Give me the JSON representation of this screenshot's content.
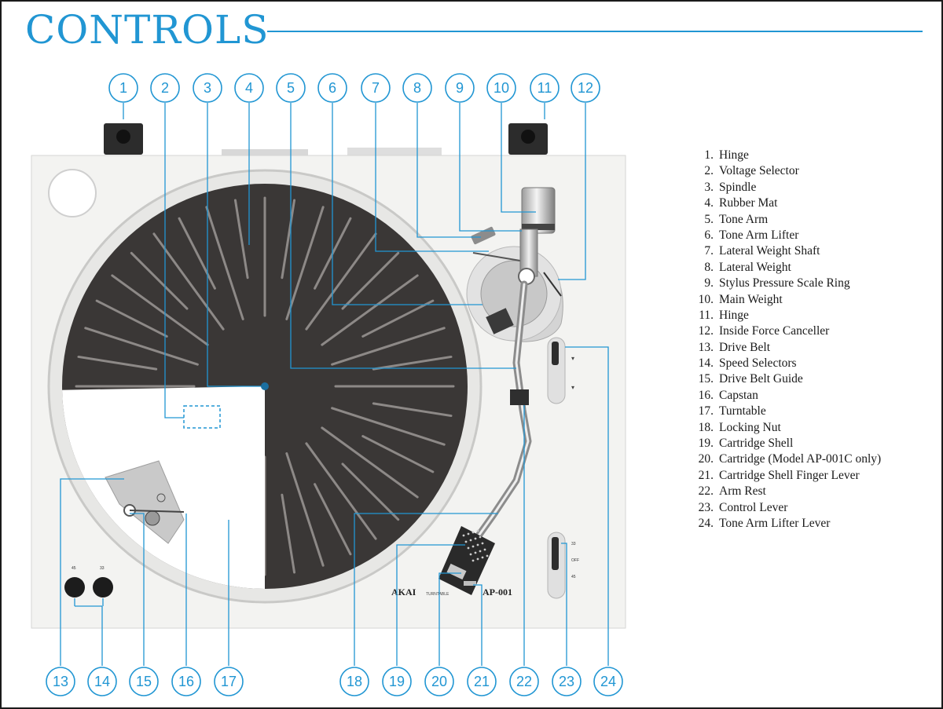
{
  "heading": "CONTROLS",
  "colors": {
    "accent": "#2196d3",
    "deck": "#f3f3f1",
    "mat": "#3a3736",
    "metal": "#bdbdbd"
  },
  "brand": {
    "name": "AKAI",
    "sub": "TURNTABLE",
    "model": "AP-001"
  },
  "panel_labels": {
    "speed_left": "45",
    "speed_right": "33",
    "lever_top": "33",
    "lever_mid": "OFF",
    "lever_bottom": "45"
  },
  "legend": [
    {
      "num": "1.",
      "text": "Hinge"
    },
    {
      "num": "2.",
      "text": "Voltage Selector"
    },
    {
      "num": "3.",
      "text": "Spindle"
    },
    {
      "num": "4.",
      "text": "Rubber Mat"
    },
    {
      "num": "5.",
      "text": "Tone Arm"
    },
    {
      "num": "6.",
      "text": "Tone Arm Lifter"
    },
    {
      "num": "7.",
      "text": "Lateral Weight Shaft"
    },
    {
      "num": "8.",
      "text": "Lateral Weight"
    },
    {
      "num": "9.",
      "text": "Stylus Pressure Scale Ring"
    },
    {
      "num": "10.",
      "text": "Main Weight"
    },
    {
      "num": "11.",
      "text": "Hinge"
    },
    {
      "num": "12.",
      "text": "Inside Force Canceller"
    },
    {
      "num": "13.",
      "text": "Drive Belt"
    },
    {
      "num": "14.",
      "text": "Speed Selectors"
    },
    {
      "num": "15.",
      "text": "Drive Belt Guide"
    },
    {
      "num": "16.",
      "text": "Capstan"
    },
    {
      "num": "17.",
      "text": "Turntable"
    },
    {
      "num": "18.",
      "text": "Locking Nut"
    },
    {
      "num": "19.",
      "text": "Cartridge Shell"
    },
    {
      "num": "20.",
      "text": "Cartridge (Model AP-001C only)"
    },
    {
      "num": "21.",
      "text": "Cartridge Shell Finger Lever"
    },
    {
      "num": "22.",
      "text": "Arm Rest"
    },
    {
      "num": "23.",
      "text": "Control Lever"
    },
    {
      "num": "24.",
      "text": "Tone Arm Lifter Lever"
    }
  ],
  "callouts": [
    {
      "label": "1"
    },
    {
      "label": "2"
    },
    {
      "label": "3"
    },
    {
      "label": "4"
    },
    {
      "label": "5"
    },
    {
      "label": "6"
    },
    {
      "label": "7"
    },
    {
      "label": "8"
    },
    {
      "label": "9"
    },
    {
      "label": "10"
    },
    {
      "label": "11"
    },
    {
      "label": "12"
    },
    {
      "label": "13"
    },
    {
      "label": "14"
    },
    {
      "label": "15"
    },
    {
      "label": "16"
    },
    {
      "label": "17"
    },
    {
      "label": "18"
    },
    {
      "label": "19"
    },
    {
      "label": "20"
    },
    {
      "label": "21"
    },
    {
      "label": "22"
    },
    {
      "label": "23"
    },
    {
      "label": "24"
    }
  ]
}
